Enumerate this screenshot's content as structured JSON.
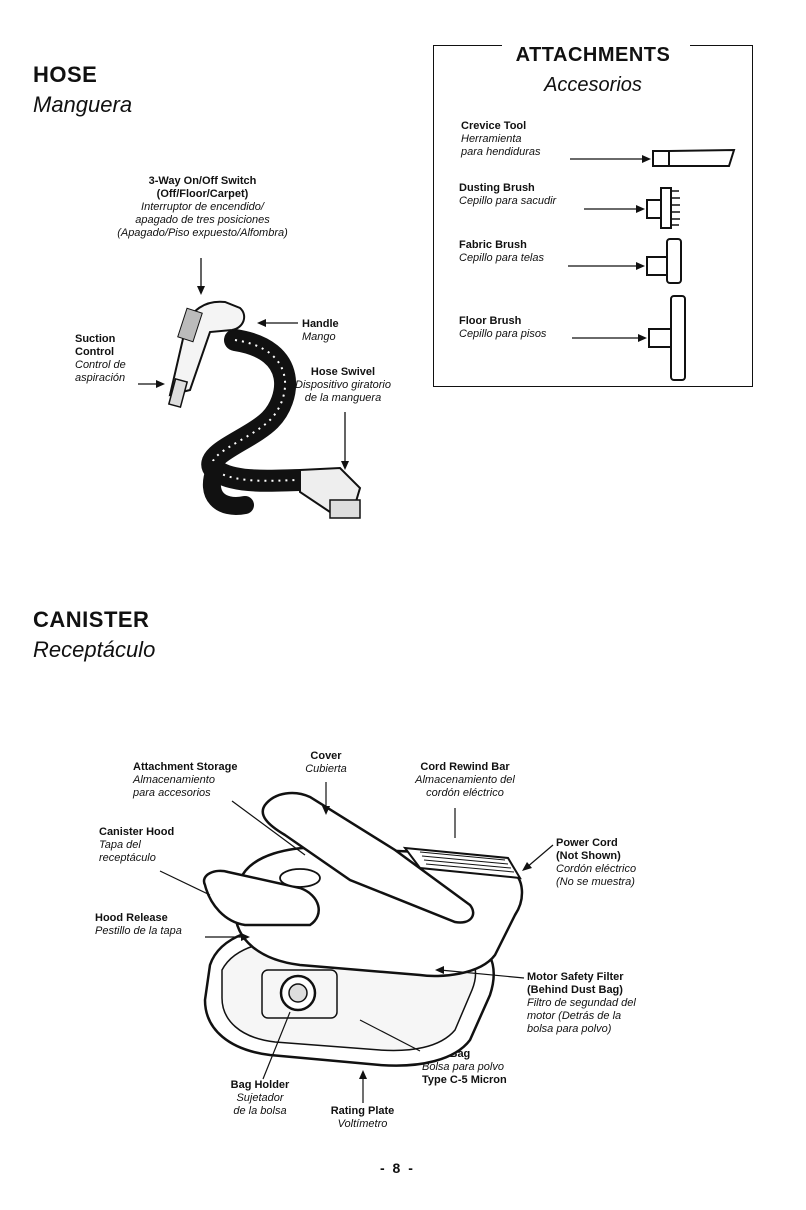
{
  "hose": {
    "title": "HOSE",
    "subtitle": "Manguera",
    "switch": {
      "lines": [
        "3-Way On/Off Switch",
        "(Off/Floor/Carpet)"
      ],
      "es": [
        "Interruptor de encendido/",
        "apagado de tres posiciones",
        "(Apagado/Piso expuesto/Alfombra)"
      ]
    },
    "suction": {
      "lines": [
        "Suction",
        "Control"
      ],
      "es": [
        "Control de",
        "aspiración"
      ]
    },
    "handle": {
      "label": "Handle",
      "es": "Mango"
    },
    "swivel": {
      "label": "Hose Swivel",
      "es": [
        "Dispositivo giratorio",
        "de la manguera"
      ]
    }
  },
  "attachments": {
    "title": "ATTACHMENTS",
    "subtitle": "Accesorios",
    "items": [
      {
        "name": "Crevice Tool",
        "es": [
          "Herramienta",
          "para hendiduras"
        ],
        "icon": "crevice-tool-icon"
      },
      {
        "name": "Dusting Brush",
        "es": [
          "Cepillo para sacudir"
        ],
        "icon": "dusting-brush-icon"
      },
      {
        "name": "Fabric Brush",
        "es": [
          "Cepillo para telas"
        ],
        "icon": "fabric-brush-icon"
      },
      {
        "name": "Floor Brush",
        "es": [
          "Cepillo para pisos"
        ],
        "icon": "floor-brush-icon"
      }
    ]
  },
  "canister": {
    "title": "CANISTER",
    "subtitle": "Receptáculo",
    "attachment_storage": {
      "label": "Attachment Storage",
      "es": [
        "Almacenamiento",
        "para accesorios"
      ]
    },
    "cover": {
      "label": "Cover",
      "es": "Cubierta"
    },
    "cord_rewind": {
      "label": "Cord Rewind Bar",
      "es": [
        "Almacenamiento del",
        "cordón eléctrico"
      ]
    },
    "canister_hood": {
      "label": "Canister Hood",
      "es": [
        "Tapa del",
        "receptáculo"
      ]
    },
    "power_cord": {
      "lines": [
        "Power Cord",
        "(Not Shown)"
      ],
      "es": [
        "Cordón eléctrico",
        "(No se muestra)"
      ]
    },
    "hood_release": {
      "label": "Hood Release",
      "es": "Pestillo de la tapa"
    },
    "motor_filter": {
      "lines": [
        "Motor Safety Filter",
        "(Behind Dust Bag)"
      ],
      "es": [
        "Filtro de segundad del",
        "motor (Detrás de la",
        "bolsa para polvo)"
      ]
    },
    "dust_bag": {
      "label": "Dust Bag",
      "es": "Bolsa para polvo",
      "type": "Type C-5 Micron"
    },
    "bag_holder": {
      "label": "Bag Holder",
      "es": [
        "Sujetador",
        "de la bolsa"
      ]
    },
    "rating_plate": {
      "label": "Rating Plate",
      "es": "Voltímetro"
    }
  },
  "page_number": "- 8 -"
}
